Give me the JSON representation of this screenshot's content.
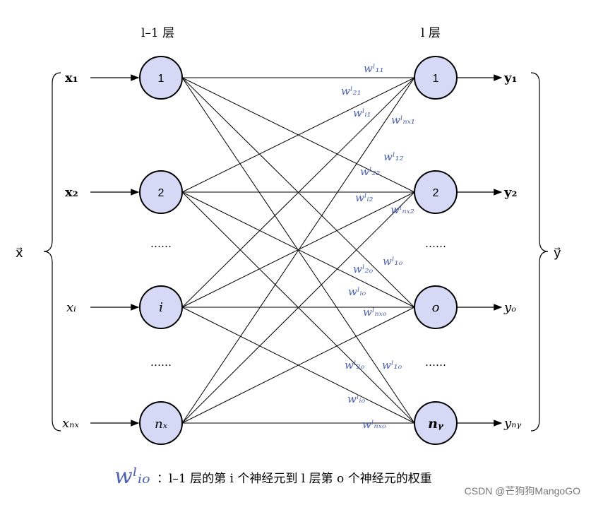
{
  "layers": {
    "prev_title": "l–1 层",
    "curr_title": "l 层"
  },
  "inputs": [
    {
      "label": "x₁"
    },
    {
      "label": "x₂"
    },
    {
      "label": "xᵢ"
    },
    {
      "label": "xₙₓ"
    }
  ],
  "input_nodes": [
    {
      "label": "1"
    },
    {
      "label": "2"
    },
    {
      "label": "i"
    },
    {
      "label": "nₓ"
    }
  ],
  "output_nodes": [
    {
      "label": "1"
    },
    {
      "label": "2"
    },
    {
      "label": "o"
    },
    {
      "label": "nᵧ"
    }
  ],
  "outputs": [
    {
      "label": "y₁"
    },
    {
      "label": "y₂"
    },
    {
      "label": "yₒ"
    },
    {
      "label": "yₙᵧ"
    }
  ],
  "ellipsis": "……",
  "vector_in": "x⃗",
  "vector_out": "y⃗",
  "weights": {
    "w11": "wˡ₁₁",
    "w21": "wˡ₂₁",
    "wi1": "wˡᵢ₁",
    "wnx1": "wˡₙₓ₁",
    "w12": "wˡ₁₂",
    "w22": "wˡ₂₂",
    "wi2": "wˡᵢ₂",
    "wnx2": "wˡₙₓ₂",
    "w1o_a": "wˡ₁ₒ",
    "w2o_a": "wˡ₂ₒ",
    "wio_a": "wˡᵢₒ",
    "wnxo_a": "wˡₙₓₒ",
    "w2o_b": "wˡ₂ₒ",
    "w1o_b": "wˡ₁ₒ",
    "wio_b": "wˡᵢₒ",
    "wnxo_b": "wˡₙₓₒ"
  },
  "legend": {
    "symbol": "wˡᵢₒ",
    "text": "：l–1 层的第 i 个神经元到 l 层第 o 个神经元的权重"
  },
  "watermark": "CSDN @芒狗狗MangoGO",
  "colors": {
    "node_fill": "#d6d9f5",
    "weight_label": "#4e63b0"
  }
}
